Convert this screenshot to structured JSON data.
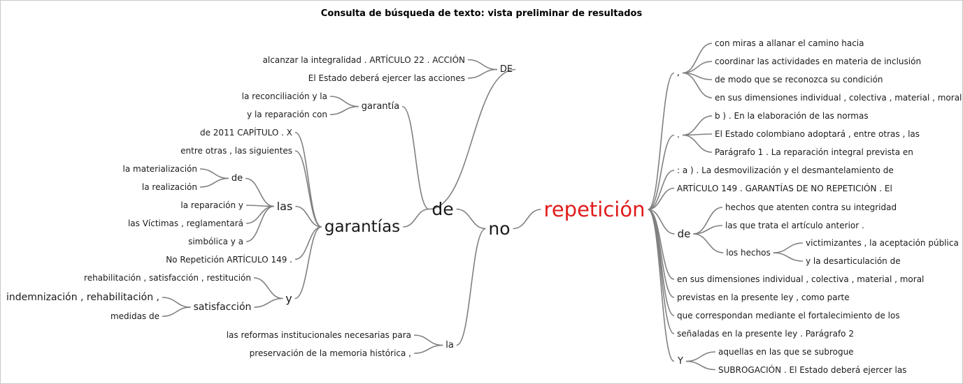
{
  "title": "Consulta de búsqueda de texto: vista preliminar de resultados",
  "colors": {
    "focus_term": "#e01b1b",
    "branch": "#808080",
    "text": "#1a1a1a"
  },
  "tree": {
    "center": "repetición",
    "left": {
      "text": "no",
      "children": [
        {
          "text": "de",
          "children": [
            {
              "text": "DE",
              "children": [
                {
                  "text": "alcanzar la integralidad . ARTÍCULO 22 . ACCIÓN"
                },
                {
                  "text": "El Estado deberá ejercer las acciones"
                }
              ]
            },
            {
              "text": "garantía",
              "children": [
                {
                  "text": "la reconciliación y la"
                },
                {
                  "text": "y la reparación con"
                }
              ]
            },
            {
              "text": "garantías",
              "children": [
                {
                  "text": "de 2011 CAPÍTULO . X"
                },
                {
                  "text": "entre otras , las siguientes"
                },
                {
                  "text": "las",
                  "children": [
                    {
                      "text": "de",
                      "children": [
                        {
                          "text": "la materialización"
                        },
                        {
                          "text": "la realización"
                        }
                      ]
                    },
                    {
                      "text": "la reparación y"
                    },
                    {
                      "text": "las Víctimas , reglamentará"
                    },
                    {
                      "text": "simbólica y a"
                    }
                  ]
                },
                {
                  "text": "No Repetición ARTÍCULO 149 ."
                },
                {
                  "text": "y",
                  "children": [
                    {
                      "text": "rehabilitación , satisfacción , restitución"
                    },
                    {
                      "text": "satisfacción",
                      "children": [
                        {
                          "text": "indemnización , rehabilitación ,"
                        },
                        {
                          "text": "medidas de"
                        }
                      ]
                    }
                  ]
                }
              ]
            }
          ]
        },
        {
          "text": "la",
          "children": [
            {
              "text": "las reformas institucionales necesarias para"
            },
            {
              "text": "preservación de la memoria histórica ,"
            }
          ]
        }
      ]
    },
    "right": [
      {
        "text": ",",
        "children": [
          {
            "text": "con miras a allanar el camino hacia"
          },
          {
            "text": "coordinar las actividades en materia de inclusión"
          },
          {
            "text": "de modo que se reconozca su condición"
          },
          {
            "text": "en sus dimensiones individual , colectiva , material , moral"
          }
        ]
      },
      {
        "text": ".",
        "children": [
          {
            "text": "b ) . En la elaboración de las normas"
          },
          {
            "text": "El Estado colombiano adoptará , entre otras , las"
          },
          {
            "text": "Parágrafo 1 . La reparación integral prevista en"
          }
        ]
      },
      {
        "text": ": a ) . La desmovilización y el desmantelamiento de"
      },
      {
        "text": "ARTÍCULO 149 . GARANTÍAS DE NO REPETICIÓN . El"
      },
      {
        "text": "de",
        "children": [
          {
            "text": "hechos que atenten contra su integridad"
          },
          {
            "text": "las que trata el artículo anterior ."
          },
          {
            "text": "los hechos",
            "children": [
              {
                "text": "victimizantes , la aceptación pública"
              },
              {
                "text": "y la desarticulación de"
              }
            ]
          }
        ]
      },
      {
        "text": "en sus dimensiones individual , colectiva , material , moral"
      },
      {
        "text": "previstas en la presente ley , como parte"
      },
      {
        "text": "que correspondan mediante el fortalecimiento de los"
      },
      {
        "text": "señaladas en la presente ley . Parágrafo 2"
      },
      {
        "text": "Y",
        "children": [
          {
            "text": "aquellas en las que se subrogue"
          },
          {
            "text": "SUBROGACIÓN . El Estado deberá ejercer las"
          }
        ]
      }
    ]
  }
}
